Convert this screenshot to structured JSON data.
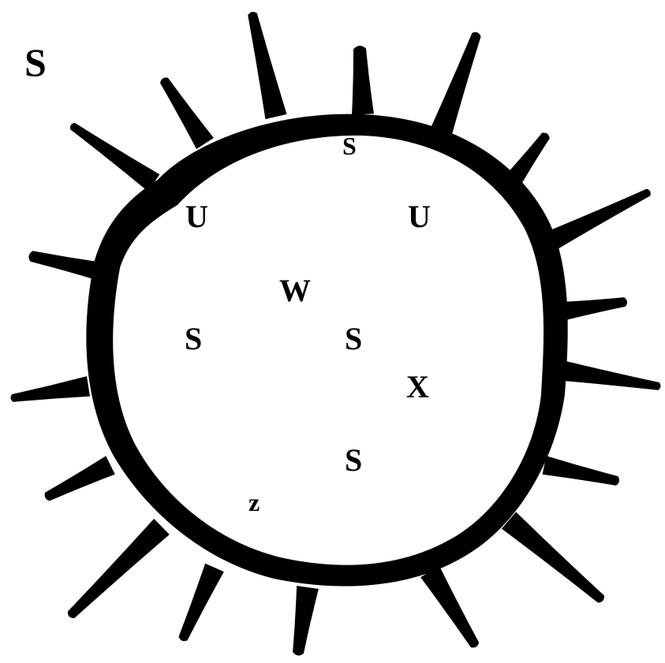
{
  "colors": {
    "background": "#ffffff",
    "ink": "#000000"
  },
  "diagram": {
    "corner_label": "S",
    "cell_labels": {
      "top_s": "S",
      "u_left": "U",
      "u_right": "U",
      "w": "W",
      "s_left": "S",
      "s_center": "S",
      "x": "X",
      "s_lower": "S",
      "z": "z"
    }
  }
}
